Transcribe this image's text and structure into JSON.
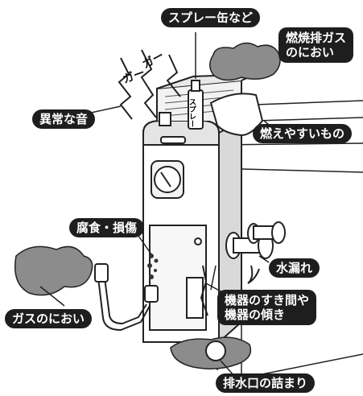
{
  "labels": {
    "spray": "スプレー缶など",
    "exhaust_smell_1": "燃焼排ガス",
    "exhaust_smell_2": "のにおい",
    "abnormal_sound": "異常な音",
    "flammables": "燃えやすいもの",
    "corrosion": "腐食・損傷",
    "water_leak": "水漏れ",
    "gas_smell": "ガスのにおい",
    "gap_tilt_1": "機器のすき間や",
    "gap_tilt_2": "機器の傾き",
    "drain_clog": "排水口の詰まり"
  },
  "noise_text": [
    "ガー",
    "ガー"
  ],
  "can_text": "スプレー",
  "colors": {
    "label_bg": "#1e1e1e",
    "label_text": "#ffffff",
    "smell_cloud": "#8c8c8c",
    "line": "#222222",
    "appliance_fill": "#ffffff",
    "shade": "#d9d9d9"
  }
}
